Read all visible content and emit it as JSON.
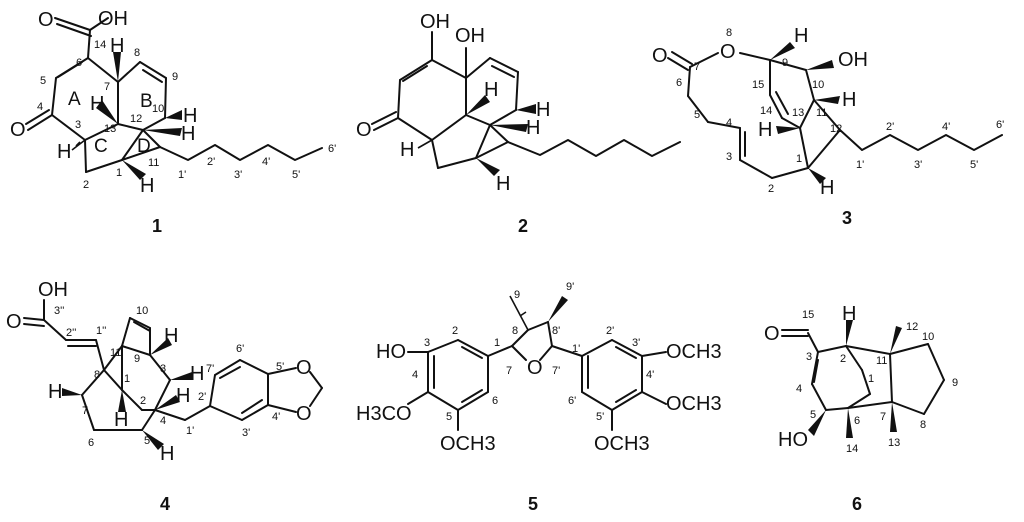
{
  "compounds": [
    {
      "id": "1",
      "rings": [
        "A",
        "B",
        "C",
        "D"
      ],
      "atoms": {
        "oh": "OH",
        "o_ketone": "O",
        "h7": "H",
        "h13": "H",
        "h10": "H",
        "h12": "H",
        "h3": "H",
        "h1": "H"
      },
      "locants": [
        "14",
        "6",
        "5",
        "4",
        "3",
        "7",
        "8",
        "9",
        "10",
        "12",
        "13",
        "11",
        "1",
        "2",
        "1'",
        "2'",
        "3'",
        "4'",
        "5'",
        "6'"
      ]
    },
    {
      "id": "2",
      "atoms": {
        "oh_enol": "OH",
        "oh_tert": "OH",
        "o_ketone": "O",
        "h_a": "H",
        "h_b": "H",
        "h_c": "H",
        "h_d": "H",
        "h_e": "H"
      }
    },
    {
      "id": "3",
      "atoms": {
        "o_carbonyl": "O",
        "o_ring": "O",
        "oh": "OH",
        "h9": "H",
        "h11": "H",
        "h13": "H",
        "h1": "H"
      },
      "locants": [
        "8",
        "9",
        "10",
        "7",
        "6",
        "5",
        "4",
        "3",
        "2",
        "1",
        "15",
        "14",
        "13",
        "11",
        "12",
        "1'",
        "2'",
        "3'",
        "4'",
        "5'",
        "6'"
      ]
    },
    {
      "id": "4",
      "atoms": {
        "oh": "OH",
        "o_carbonyl": "O",
        "h9": "H",
        "h3": "H",
        "h7": "H",
        "h4": "H",
        "h1": "H",
        "h5": "H",
        "o_a": "O",
        "o_b": "O"
      },
      "locants": [
        "3''",
        "2''",
        "1''",
        "11",
        "10",
        "9",
        "3",
        "8",
        "1",
        "2",
        "4",
        "7",
        "6",
        "5",
        "1'",
        "2'",
        "3'",
        "4'",
        "5'",
        "6'",
        "7'"
      ]
    },
    {
      "id": "5",
      "atoms": {
        "ho": "HO",
        "h3co": "H3CO",
        "och3_5": "OCH3",
        "och3_3p": "OCH3",
        "och3_4p": "OCH3",
        "och3_5p": "OCH3",
        "o_ring": "O"
      },
      "locants": [
        "9",
        "9'",
        "8",
        "8'",
        "2",
        "2'",
        "3",
        "1",
        "7",
        "7'",
        "1'",
        "3'",
        "4",
        "6",
        "6'",
        "4'",
        "5",
        "5'"
      ]
    },
    {
      "id": "6",
      "atoms": {
        "o_ald": "O",
        "h2": "H",
        "ho": "HO"
      },
      "locants": [
        "15",
        "2",
        "12",
        "10",
        "3",
        "11",
        "9",
        "4",
        "1",
        "5",
        "6",
        "7",
        "8",
        "14",
        "13"
      ]
    }
  ]
}
